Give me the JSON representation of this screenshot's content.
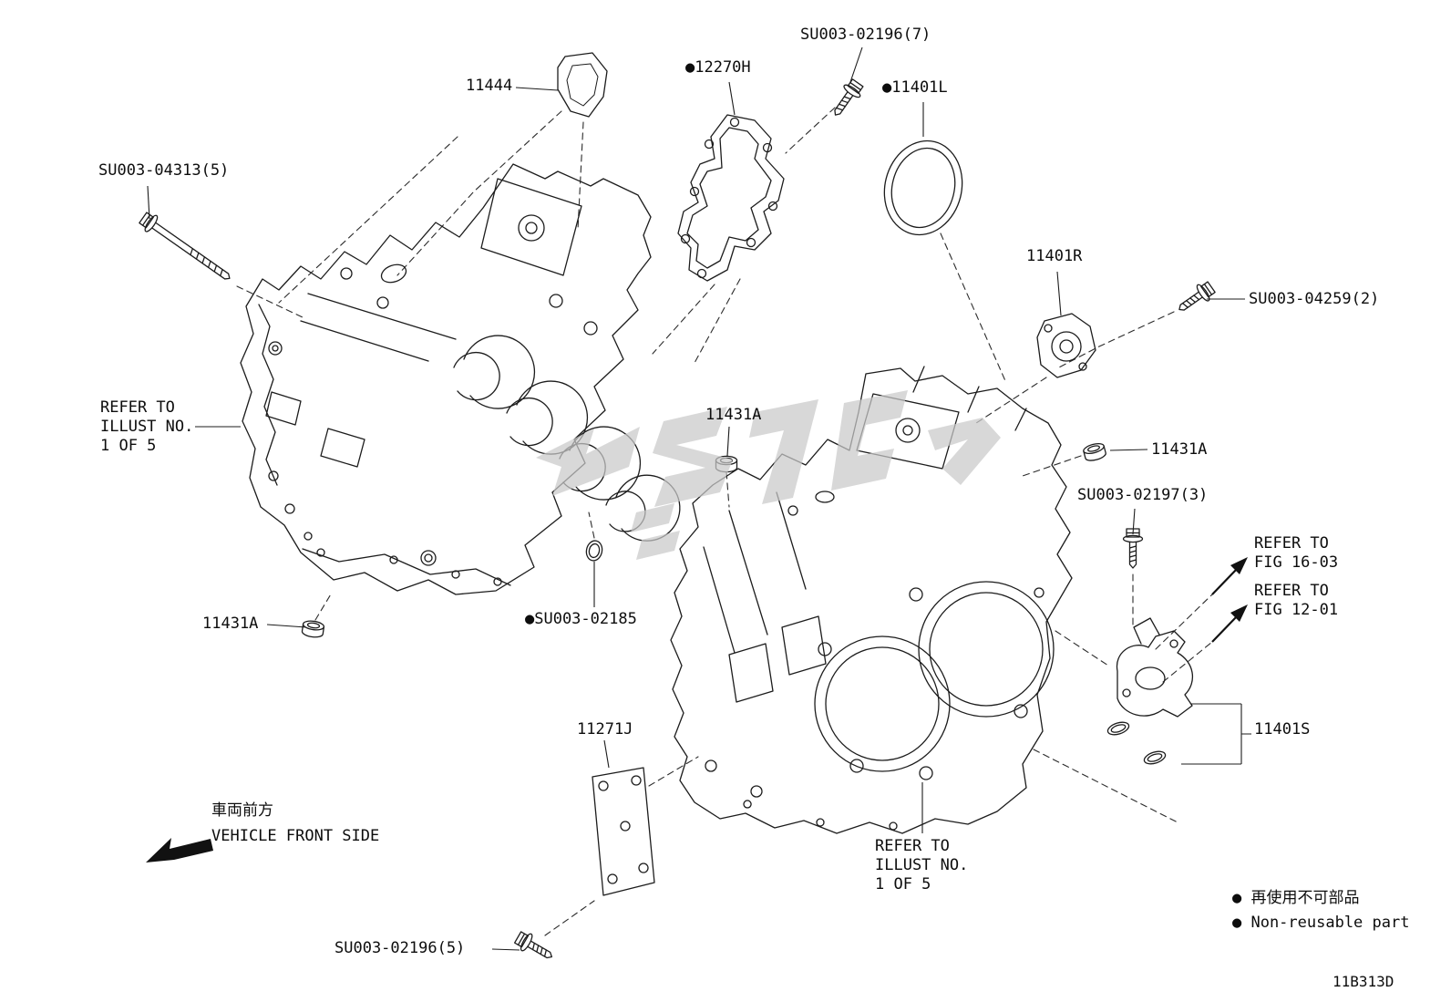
{
  "figure": {
    "code": "11B313D"
  },
  "colors": {
    "line": "#1c1c1c",
    "text": "#0d0d0d",
    "watermark": "#c9c9c9"
  },
  "callouts": {
    "su003_02196_7": "SU003-02196(7)",
    "p12270h": "●12270H",
    "p11444": "11444",
    "p11401l": "●11401L",
    "su003_04313_5": "SU003-04313(5)",
    "p11401r": "11401R",
    "su003_04259_2": "SU003-04259(2)",
    "p11431a_top": "11431A",
    "p11431a_right": "11431A",
    "su003_02197_3": "SU003-02197(3)",
    "su003_02185": "●SU003-02185",
    "p11431a_left": "11431A",
    "p11271j": "11271J",
    "p11401s": "11401S",
    "su003_02196_5": "SU003-02196(5)"
  },
  "notes": {
    "refer_illust_left": "REFER TO\nILLUST NO.\n1 OF 5",
    "refer_illust_right": "REFER TO\nILLUST NO.\n1 OF 5",
    "refer_fig_16_03": "REFER TO\nFIG 16-03",
    "refer_fig_12_01": "REFER TO\nFIG 12-01",
    "vehicle_front_jp": "車両前方",
    "vehicle_front_en": "VEHICLE FRONT SIDE",
    "legend_jp": "● 再使用不可部品",
    "legend_en": "● Non-reusable part"
  }
}
